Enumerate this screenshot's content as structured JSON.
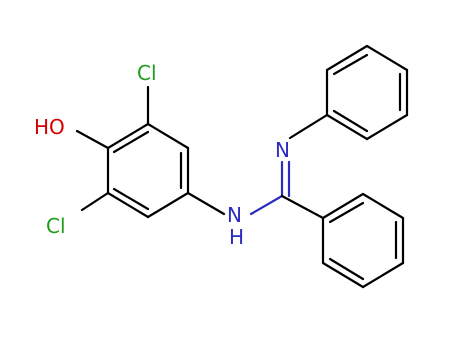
{
  "molecule": {
    "atoms": {
      "cl_top": {
        "label": "Cl",
        "color": "#1d9c1d"
      },
      "cl_bottom": {
        "label": "Cl",
        "color": "#1d9c1d"
      },
      "hydroxyl": {
        "label": "HO",
        "color": "#d40000"
      },
      "imine_n": {
        "label": "N",
        "color": "#2c2cbf"
      },
      "amine_nh": {
        "label": "NH",
        "color": "#2c2cbf"
      }
    }
  }
}
